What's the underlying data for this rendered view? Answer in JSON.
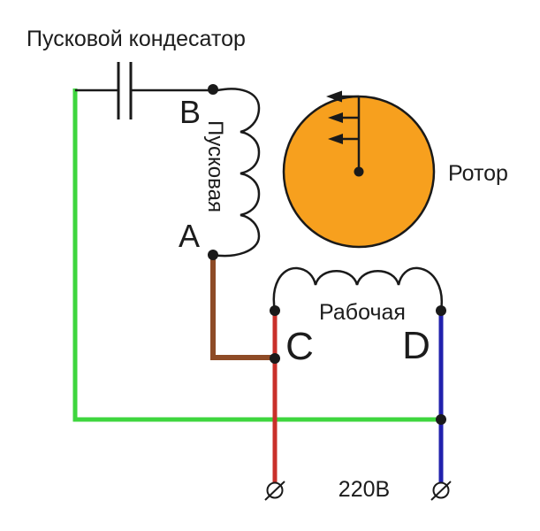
{
  "diagram": {
    "title": "Пусковой кондесатор",
    "labels": {
      "terminal_b": "В",
      "terminal_a": "А",
      "terminal_c": "C",
      "terminal_d": "D",
      "starting_winding": "Пусковая",
      "run_winding": "Рабочая",
      "rotor": "Ротор",
      "voltage": "220В"
    },
    "colors": {
      "phase_green": "#3ed63e",
      "wire_red": "#c9302a",
      "wire_blue": "#2121ad",
      "wire_brown": "#8e4b26",
      "rotor_orange": "#f7a01e",
      "line_black": "#1a1a1a"
    }
  }
}
